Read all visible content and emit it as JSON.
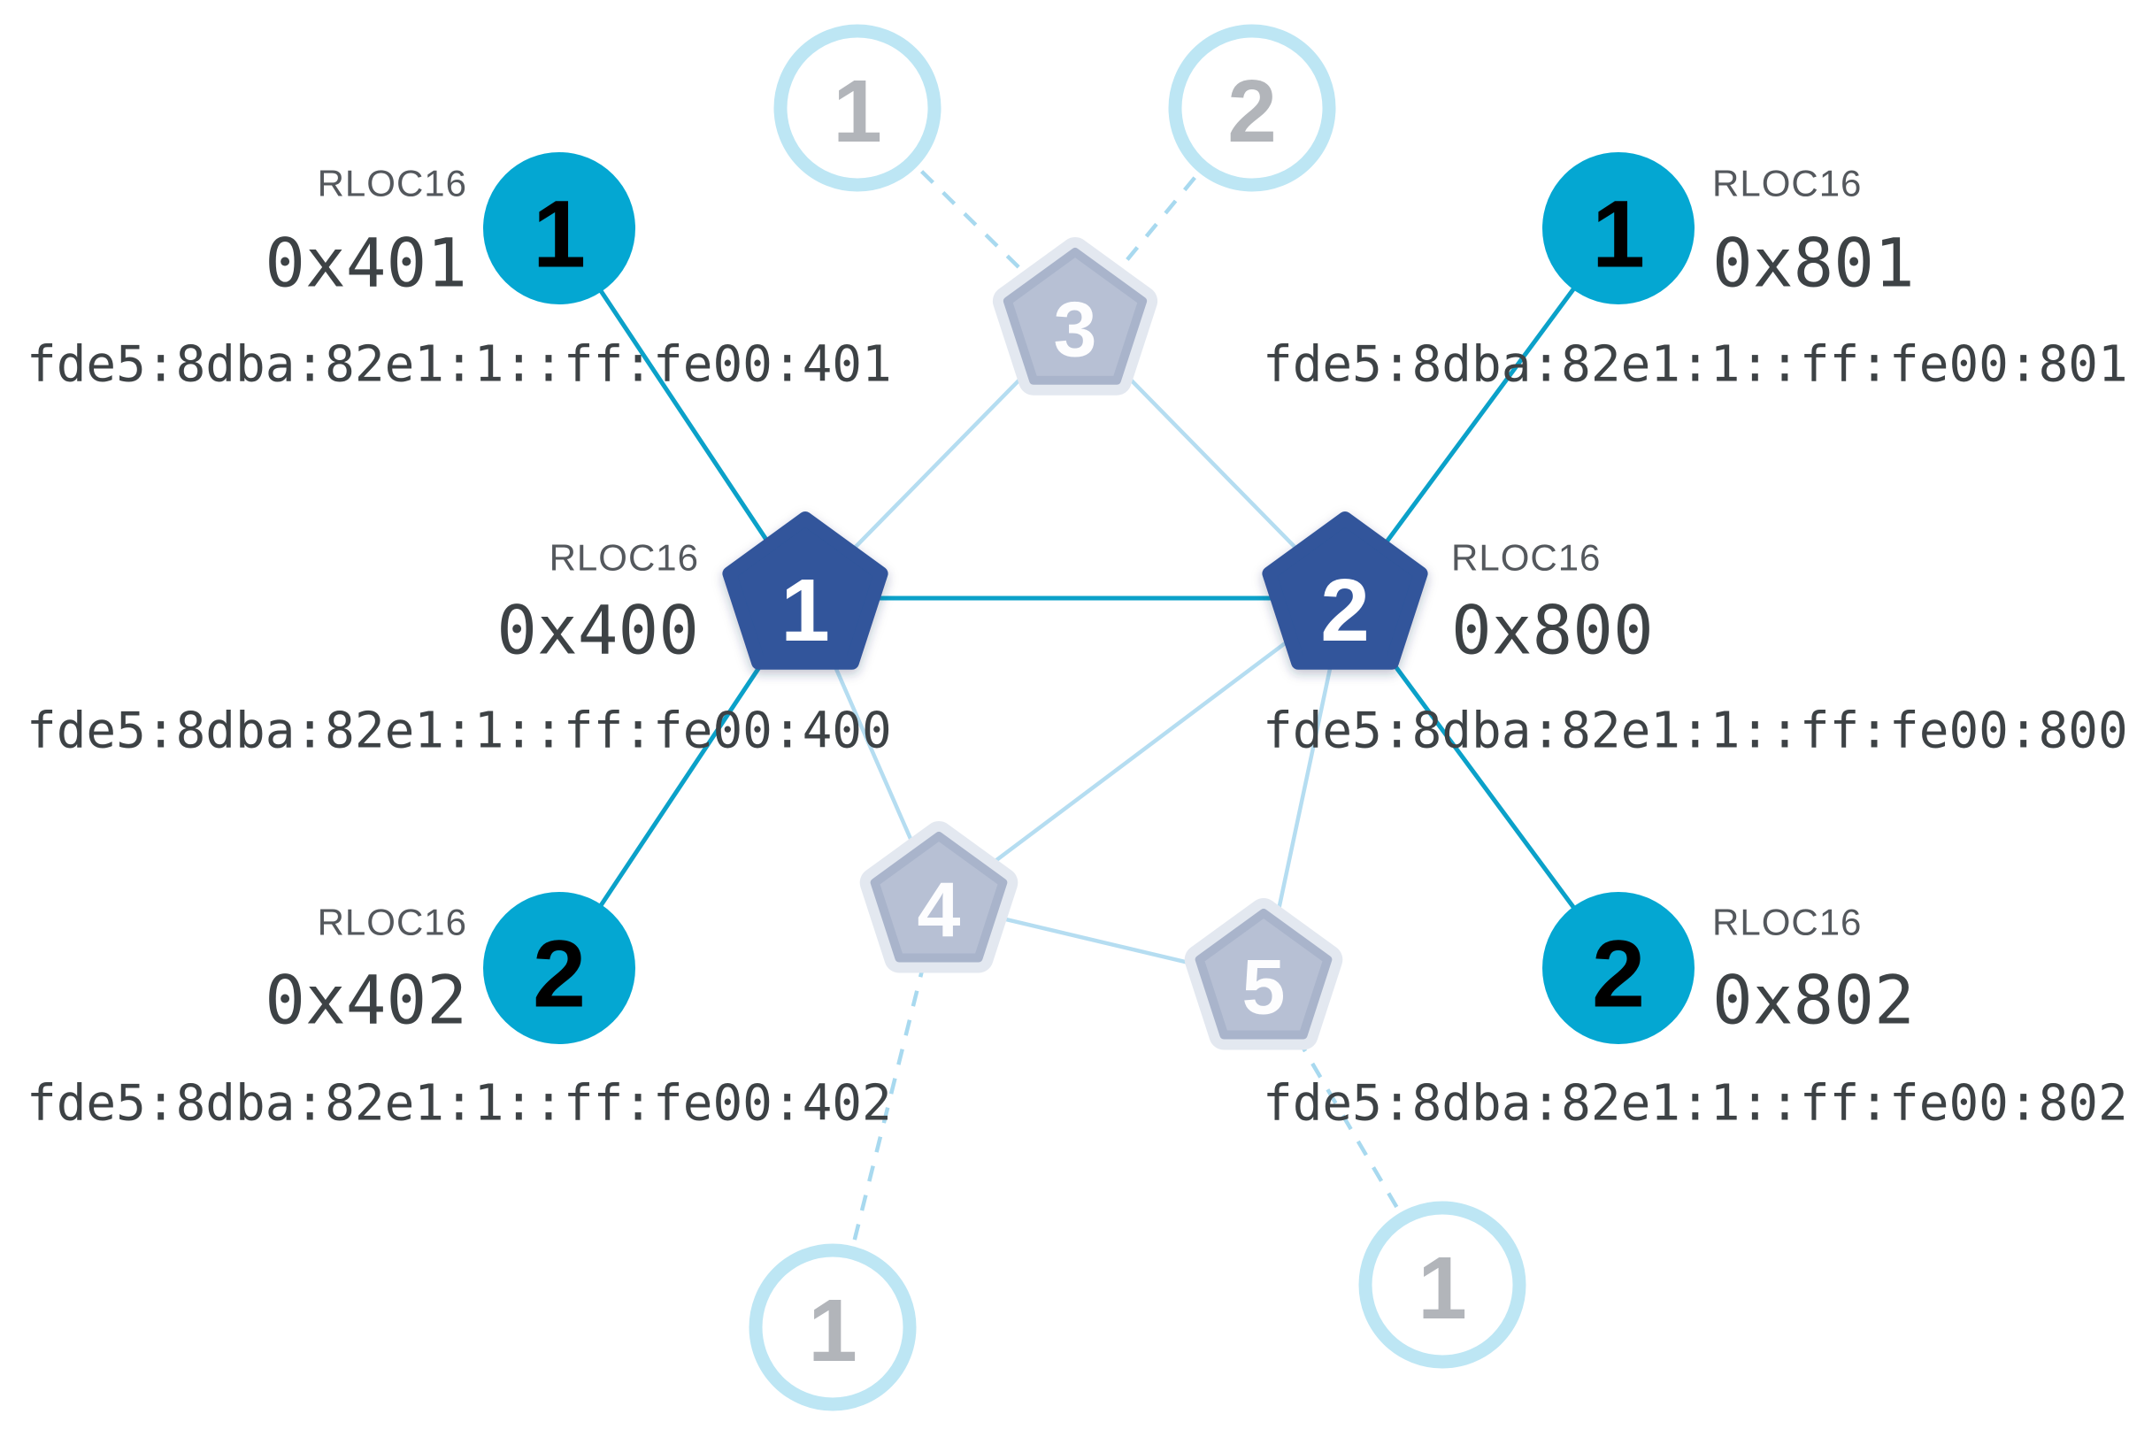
{
  "labels": {
    "rloc16": "RLOC16"
  },
  "nodes": {
    "router1": {
      "number": "1",
      "rloc16": "0x400",
      "ipv6": "fde5:8dba:82e1:1::ff:fe00:400",
      "role": "router",
      "state": "active"
    },
    "router2": {
      "number": "2",
      "rloc16": "0x800",
      "ipv6": "fde5:8dba:82e1:1::ff:fe00:800",
      "role": "router",
      "state": "active"
    },
    "child401": {
      "number": "1",
      "rloc16": "0x401",
      "ipv6": "fde5:8dba:82e1:1::ff:fe00:401",
      "role": "child",
      "state": "active"
    },
    "child402": {
      "number": "2",
      "rloc16": "0x402",
      "ipv6": "fde5:8dba:82e1:1::ff:fe00:402",
      "role": "child",
      "state": "active"
    },
    "child801": {
      "number": "1",
      "rloc16": "0x801",
      "ipv6": "fde5:8dba:82e1:1::ff:fe00:801",
      "role": "child",
      "state": "active"
    },
    "child802": {
      "number": "2",
      "rloc16": "0x802",
      "ipv6": "fde5:8dba:82e1:1::ff:fe00:802",
      "role": "child",
      "state": "active"
    },
    "router3": {
      "number": "3",
      "role": "router",
      "state": "faded"
    },
    "router4": {
      "number": "4",
      "role": "router",
      "state": "faded"
    },
    "router5": {
      "number": "5",
      "role": "router",
      "state": "faded"
    },
    "childTop1": {
      "number": "1",
      "role": "child",
      "state": "faded"
    },
    "childTop2": {
      "number": "2",
      "role": "child",
      "state": "faded"
    },
    "childBottom1": {
      "number": "1",
      "role": "child",
      "state": "faded"
    },
    "childBottom2": {
      "number": "1",
      "role": "child",
      "state": "faded"
    }
  },
  "links": [
    {
      "from": "child401",
      "to": "router1",
      "style": "active-teal"
    },
    {
      "from": "child402",
      "to": "router1",
      "style": "active-teal"
    },
    {
      "from": "router1",
      "to": "router2",
      "style": "active-teal"
    },
    {
      "from": "child801",
      "to": "router2",
      "style": "active-teal"
    },
    {
      "from": "child802",
      "to": "router2",
      "style": "active-teal"
    },
    {
      "from": "router3",
      "to": "router1",
      "style": "light-solid"
    },
    {
      "from": "router3",
      "to": "router2",
      "style": "light-solid"
    },
    {
      "from": "router4",
      "to": "router1",
      "style": "light-solid"
    },
    {
      "from": "router4",
      "to": "router2",
      "style": "light-solid"
    },
    {
      "from": "router5",
      "to": "router2",
      "style": "light-solid"
    },
    {
      "from": "router4",
      "to": "router5",
      "style": "light-solid"
    },
    {
      "from": "childTop1",
      "to": "router3",
      "style": "light-dashed"
    },
    {
      "from": "childTop2",
      "to": "router3",
      "style": "light-dashed"
    },
    {
      "from": "childBottom1",
      "to": "router4",
      "style": "light-dashed"
    },
    {
      "from": "childBottom2",
      "to": "router5",
      "style": "light-dashed"
    }
  ],
  "colors": {
    "child_teal": "#04a7d2",
    "router_blue": "#30559b",
    "link_active": "#0ba1c9",
    "link_router_light": "#b5ddf1",
    "link_dashed": "#a8d9ef",
    "faded_ring": "#bde6f4",
    "faded_pentagon_fill": "#b7c0d4",
    "faded_pentagon_edge": "#a9b4cb",
    "faded_number": "#b2b5ba",
    "text_dark": "#3d4245",
    "text_label": "#54585d"
  }
}
